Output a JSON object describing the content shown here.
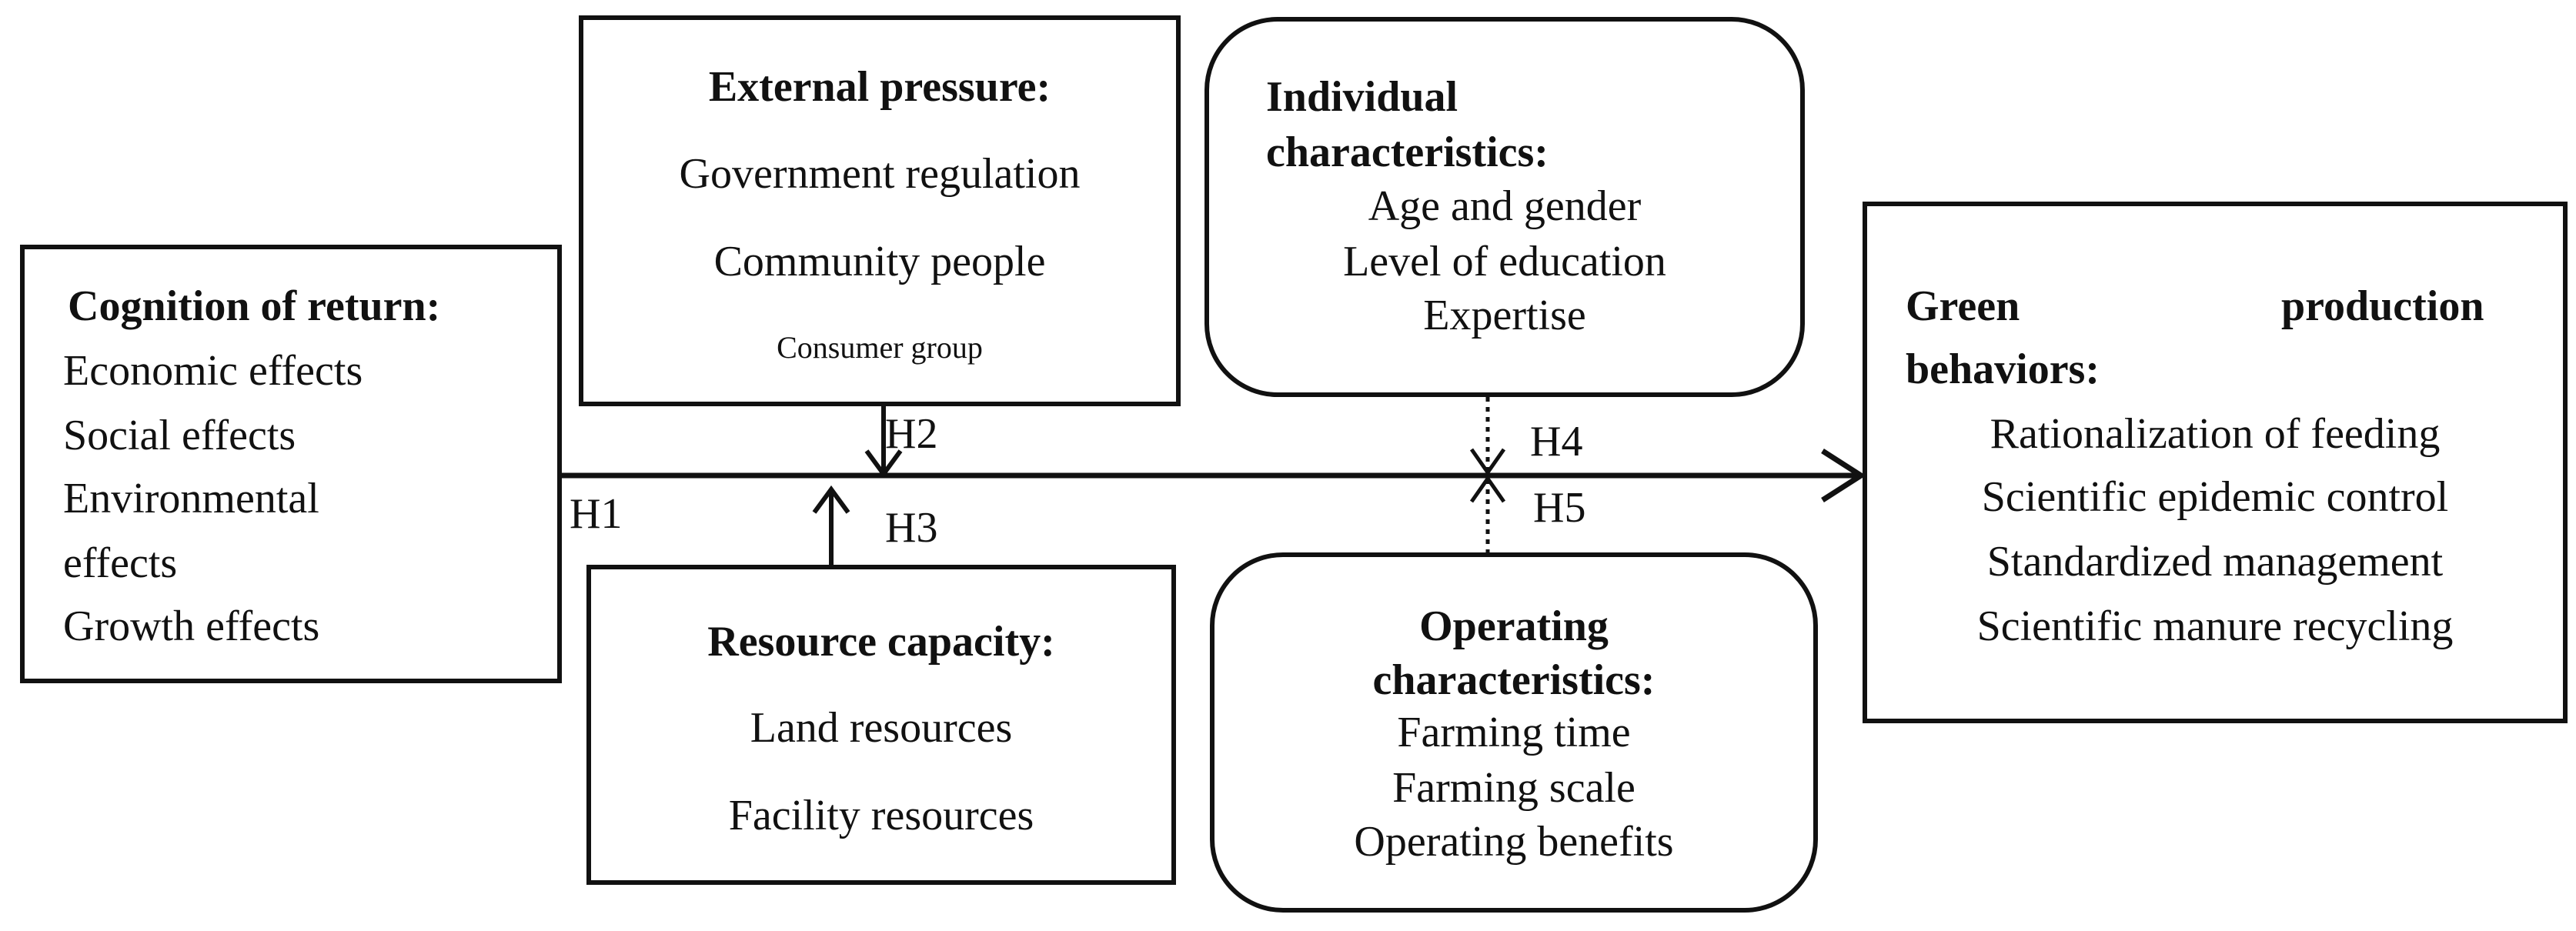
{
  "cognition": {
    "title": "Cognition of return:",
    "items": [
      "Economic effects",
      "Social effects",
      "Environmental",
      "effects",
      "Growth effects"
    ]
  },
  "external": {
    "title": "External pressure:",
    "items": [
      "Government regulation",
      "Community people",
      "Consumer group"
    ]
  },
  "resource": {
    "title": "Resource capacity:",
    "items": [
      "Land resources",
      "Facility resources"
    ]
  },
  "individual": {
    "title_lines": [
      "Individual",
      "characteristics:"
    ],
    "items": [
      "Age and gender",
      "Level of education",
      "Expertise"
    ]
  },
  "operating": {
    "title_lines": [
      "Operating",
      "characteristics:"
    ],
    "items": [
      "Farming time",
      "Farming scale",
      "Operating benefits"
    ]
  },
  "green": {
    "title_left": "Green",
    "title_right": "production",
    "title_line2": "behaviors:",
    "items": [
      "Rationalization of feeding",
      "Scientific epidemic control",
      "Standardized management",
      "Scientific manure recycling"
    ]
  },
  "hypotheses": {
    "h1": "H1",
    "h2": "H2",
    "h3": "H3",
    "h4": "H4",
    "h5": "H5"
  }
}
